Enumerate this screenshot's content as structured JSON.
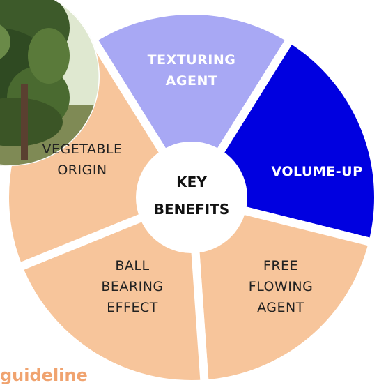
{
  "center_label_lines": [
    "KEY",
    "BENEFITS"
  ],
  "segments": [
    {
      "label_lines": [
        "TEXTURING",
        "AGENT"
      ],
      "fill": "#a8a8f4",
      "text_color": "#ffffff"
    },
    {
      "label_lines": [
        "VOLUME-UP"
      ],
      "fill": "#0000e0",
      "text_color": "#ffffff"
    },
    {
      "label_lines": [
        "FREE",
        "FLOWING",
        "AGENT"
      ],
      "fill": "#f7c59b",
      "text_color": "#222222"
    },
    {
      "label_lines": [
        "BALL",
        "BEARING",
        "EFFECT"
      ],
      "fill": "#f7c59b",
      "text_color": "#222222"
    },
    {
      "label_lines": [
        "VEGETABLE",
        "ORIGIN"
      ],
      "fill": "#f7c59b",
      "text_color": "#222222"
    }
  ],
  "footer_text": "guideline"
}
